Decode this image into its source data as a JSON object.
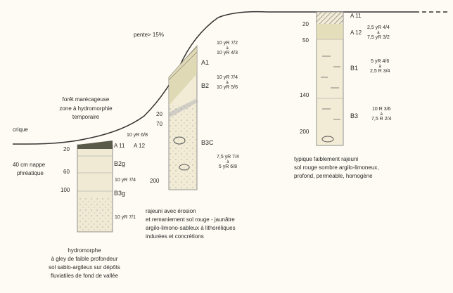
{
  "slope": "pente> 15%",
  "top_left": {
    "forest_label": "forêt marécageuse",
    "zone_label": "zone à hydromorphie",
    "zone_label2": "temporaire",
    "creek": "crique",
    "water_table_1": "40 cm nappe",
    "water_table_2": "phréatique"
  },
  "profile1": {
    "depths": [
      "20",
      "60",
      "100"
    ],
    "horizons": [
      "A 11",
      "A 12",
      "B2g",
      "B3g"
    ],
    "colors": [
      "10 yR 6/8",
      "10 yR 7/4",
      "10 yR 7/1"
    ],
    "caption": [
      "hydromorphe",
      "à gley de faible profondeur",
      "sol sablo-argileux sur dépôts",
      "fluviatiles de fond de vallée"
    ]
  },
  "profile2": {
    "depths": [
      "20",
      "70",
      "200"
    ],
    "horizons": [
      "A1",
      "B2",
      "B3C"
    ],
    "colors": [
      {
        "a": "10 yR 7/2",
        "b": "10 yR 4/3"
      },
      {
        "a": "10 yR 7/4",
        "b": "10 yR 5/6"
      },
      {
        "a": "7,5 yR 7/4",
        "b": "5 yR 6/8"
      }
    ],
    "caption": [
      "rajeuni  avec érosion",
      "et remaniement   sol rouge - jaunâtre",
      "argilo-limono-sableux à lithoréliques",
      "indurées et concrétions"
    ]
  },
  "profile3": {
    "depths": [
      "20",
      "50",
      "140",
      "200"
    ],
    "horizons": [
      "A 11",
      "A 12",
      "B1",
      "B3"
    ],
    "colors": [
      {
        "a": "2,5 yR 4/4",
        "b": "7,5 yR 3/2"
      },
      {
        "a": "5 yR 4/6",
        "b": "2,5 R 3/4"
      },
      {
        "a": "10 R 3/6",
        "b": "7,5 R 2/4"
      }
    ],
    "caption": [
      "typique faiblement rajeuni",
      "sol rouge sombre argilo-limoneux,",
      "profond, perméable, homogène"
    ]
  },
  "connector": "à"
}
